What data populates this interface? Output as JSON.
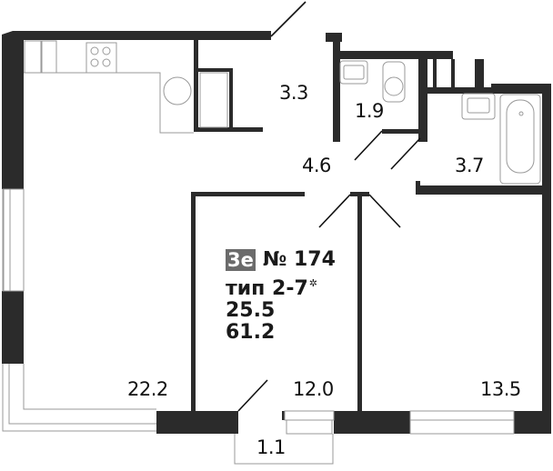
{
  "apartment": {
    "building_badge": "3е",
    "number_label": "№ 174",
    "type_label": "тип 2-7",
    "type_marker_icon": "gear-asterisk",
    "living_area": "25.5",
    "total_area": "61.2"
  },
  "rooms": [
    {
      "id": "kitchen-living",
      "area": "22.2"
    },
    {
      "id": "storage",
      "area": "3.3"
    },
    {
      "id": "wc",
      "area": "1.9"
    },
    {
      "id": "hall",
      "area": "4.6"
    },
    {
      "id": "bathroom",
      "area": "3.7"
    },
    {
      "id": "bedroom-1",
      "area": "12.0"
    },
    {
      "id": "bedroom-2",
      "area": "13.5"
    },
    {
      "id": "balcony",
      "area": "1.1"
    }
  ],
  "colors": {
    "wall": "#2b2b2b",
    "fixture_line": "#999999",
    "badge_bg": "#6b6b6b",
    "text": "#111111"
  }
}
